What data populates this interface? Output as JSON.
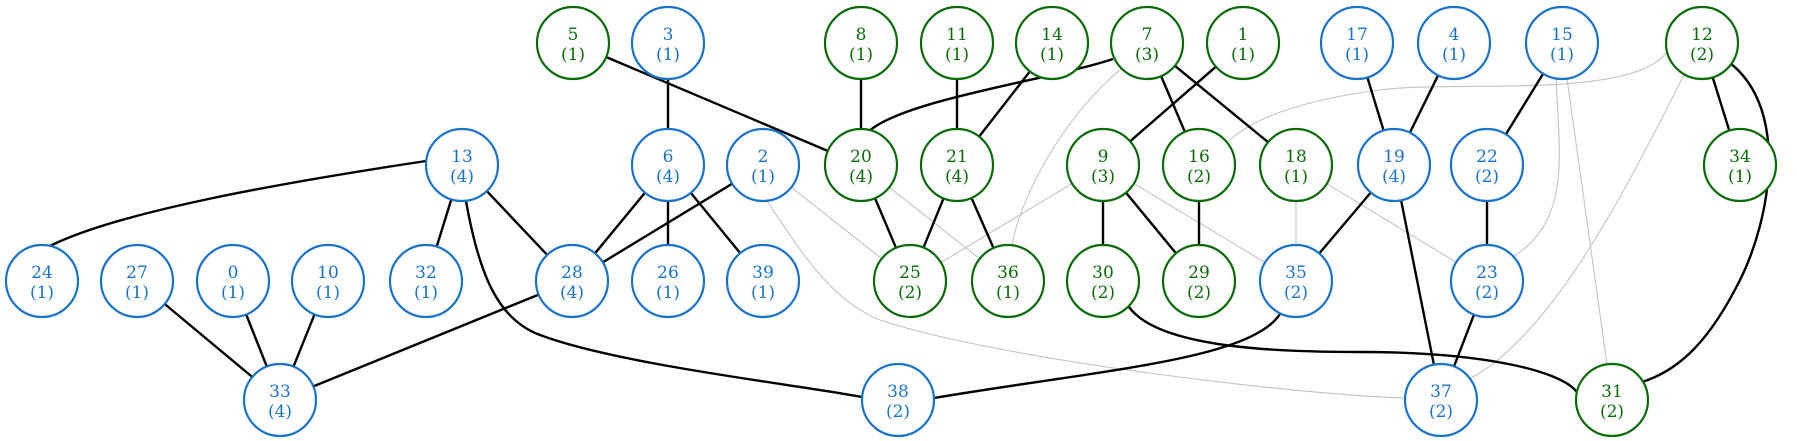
{
  "colors": {
    "blue": "#1a73c8",
    "green": "#0b6b0b",
    "strong_edge": "#000000",
    "faint_edge": "#c4c4c4"
  },
  "nodes": [
    {
      "id": "0",
      "count": "(1)",
      "group": "blue"
    },
    {
      "id": "1",
      "count": "(1)",
      "group": "green"
    },
    {
      "id": "2",
      "count": "(1)",
      "group": "blue"
    },
    {
      "id": "3",
      "count": "(1)",
      "group": "blue"
    },
    {
      "id": "4",
      "count": "(1)",
      "group": "blue"
    },
    {
      "id": "5",
      "count": "(1)",
      "group": "green"
    },
    {
      "id": "6",
      "count": "(4)",
      "group": "blue"
    },
    {
      "id": "7",
      "count": "(3)",
      "group": "green"
    },
    {
      "id": "8",
      "count": "(1)",
      "group": "green"
    },
    {
      "id": "9",
      "count": "(3)",
      "group": "green"
    },
    {
      "id": "10",
      "count": "(1)",
      "group": "blue"
    },
    {
      "id": "11",
      "count": "(1)",
      "group": "green"
    },
    {
      "id": "12",
      "count": "(2)",
      "group": "green"
    },
    {
      "id": "13",
      "count": "(4)",
      "group": "blue"
    },
    {
      "id": "14",
      "count": "(1)",
      "group": "green"
    },
    {
      "id": "15",
      "count": "(1)",
      "group": "blue"
    },
    {
      "id": "16",
      "count": "(2)",
      "group": "green"
    },
    {
      "id": "17",
      "count": "(1)",
      "group": "blue"
    },
    {
      "id": "18",
      "count": "(1)",
      "group": "green"
    },
    {
      "id": "19",
      "count": "(4)",
      "group": "blue"
    },
    {
      "id": "20",
      "count": "(4)",
      "group": "green"
    },
    {
      "id": "21",
      "count": "(4)",
      "group": "green"
    },
    {
      "id": "22",
      "count": "(2)",
      "group": "blue"
    },
    {
      "id": "23",
      "count": "(2)",
      "group": "blue"
    },
    {
      "id": "24",
      "count": "(1)",
      "group": "blue"
    },
    {
      "id": "25",
      "count": "(2)",
      "group": "green"
    },
    {
      "id": "26",
      "count": "(1)",
      "group": "blue"
    },
    {
      "id": "27",
      "count": "(1)",
      "group": "blue"
    },
    {
      "id": "28",
      "count": "(4)",
      "group": "blue"
    },
    {
      "id": "29",
      "count": "(2)",
      "group": "green"
    },
    {
      "id": "30",
      "count": "(2)",
      "group": "green"
    },
    {
      "id": "31",
      "count": "(2)",
      "group": "green"
    },
    {
      "id": "32",
      "count": "(1)",
      "group": "blue"
    },
    {
      "id": "33",
      "count": "(4)",
      "group": "blue"
    },
    {
      "id": "34",
      "count": "(1)",
      "group": "green"
    },
    {
      "id": "35",
      "count": "(2)",
      "group": "blue"
    },
    {
      "id": "36",
      "count": "(1)",
      "group": "green"
    },
    {
      "id": "37",
      "count": "(2)",
      "group": "blue"
    },
    {
      "id": "38",
      "count": "(2)",
      "group": "blue"
    },
    {
      "id": "39",
      "count": "(1)",
      "group": "blue"
    }
  ],
  "edges": [
    {
      "from": "3",
      "to": "6",
      "kind": "strong"
    },
    {
      "from": "6",
      "to": "28",
      "kind": "strong"
    },
    {
      "from": "6",
      "to": "26",
      "kind": "strong"
    },
    {
      "from": "6",
      "to": "39",
      "kind": "strong"
    },
    {
      "from": "2",
      "to": "28",
      "kind": "strong"
    },
    {
      "from": "13",
      "to": "24",
      "kind": "strong"
    },
    {
      "from": "13",
      "to": "32",
      "kind": "strong"
    },
    {
      "from": "13",
      "to": "28",
      "kind": "strong"
    },
    {
      "from": "13",
      "to": "38",
      "kind": "strong"
    },
    {
      "from": "28",
      "to": "33",
      "kind": "strong"
    },
    {
      "from": "27",
      "to": "33",
      "kind": "strong"
    },
    {
      "from": "0",
      "to": "33",
      "kind": "strong"
    },
    {
      "from": "10",
      "to": "33",
      "kind": "strong"
    },
    {
      "from": "5",
      "to": "20",
      "kind": "strong"
    },
    {
      "from": "8",
      "to": "20",
      "kind": "strong"
    },
    {
      "from": "7",
      "to": "20",
      "kind": "strong"
    },
    {
      "from": "11",
      "to": "21",
      "kind": "strong"
    },
    {
      "from": "14",
      "to": "21",
      "kind": "strong"
    },
    {
      "from": "20",
      "to": "25",
      "kind": "strong"
    },
    {
      "from": "21",
      "to": "25",
      "kind": "strong"
    },
    {
      "from": "21",
      "to": "36",
      "kind": "strong"
    },
    {
      "from": "7",
      "to": "16",
      "kind": "strong"
    },
    {
      "from": "7",
      "to": "18",
      "kind": "strong"
    },
    {
      "from": "1",
      "to": "9",
      "kind": "strong"
    },
    {
      "from": "9",
      "to": "30",
      "kind": "strong"
    },
    {
      "from": "9",
      "to": "29",
      "kind": "strong"
    },
    {
      "from": "16",
      "to": "29",
      "kind": "strong"
    },
    {
      "from": "17",
      "to": "19",
      "kind": "strong"
    },
    {
      "from": "4",
      "to": "19",
      "kind": "strong"
    },
    {
      "from": "19",
      "to": "35",
      "kind": "strong"
    },
    {
      "from": "19",
      "to": "37",
      "kind": "strong"
    },
    {
      "from": "15",
      "to": "22",
      "kind": "strong"
    },
    {
      "from": "22",
      "to": "23",
      "kind": "strong"
    },
    {
      "from": "23",
      "to": "37",
      "kind": "strong"
    },
    {
      "from": "12",
      "to": "34",
      "kind": "strong"
    },
    {
      "from": "12",
      "to": "31",
      "kind": "strong"
    },
    {
      "from": "30",
      "to": "31",
      "kind": "strong"
    },
    {
      "from": "35",
      "to": "38",
      "kind": "strong"
    },
    {
      "from": "2",
      "to": "25",
      "kind": "faint"
    },
    {
      "from": "2",
      "to": "37",
      "kind": "faint"
    },
    {
      "from": "20",
      "to": "36",
      "kind": "faint"
    },
    {
      "from": "7",
      "to": "36",
      "kind": "faint"
    },
    {
      "from": "9",
      "to": "25",
      "kind": "faint"
    },
    {
      "from": "9",
      "to": "35",
      "kind": "faint"
    },
    {
      "from": "18",
      "to": "35",
      "kind": "faint"
    },
    {
      "from": "18",
      "to": "23",
      "kind": "faint"
    },
    {
      "from": "12",
      "to": "16",
      "kind": "faint"
    },
    {
      "from": "12",
      "to": "37",
      "kind": "faint"
    },
    {
      "from": "15",
      "to": "23",
      "kind": "faint"
    },
    {
      "from": "15",
      "to": "31",
      "kind": "faint"
    }
  ]
}
